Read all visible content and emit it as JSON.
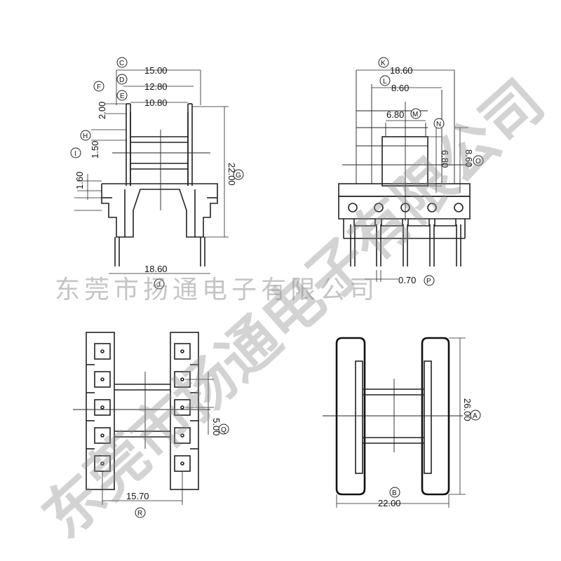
{
  "watermark": {
    "line_text": "东莞市扬通电子有限公司",
    "diagonal_text": "东莞市扬通电子有限公司"
  },
  "dimensions": {
    "c": "15.00",
    "d": "12.80",
    "e": "10.80",
    "f": "2.00",
    "h": "1.50",
    "i": "1.60",
    "g": "22.00",
    "j": "18.60",
    "k": "18.60",
    "l": "8.60",
    "m": "6.80",
    "n": "6.80",
    "o": "8.60",
    "p": "0.70",
    "q": "5.00",
    "r": "15.70",
    "a": "26.00",
    "b": "22.00"
  },
  "callouts": {
    "a": "A",
    "b": "B",
    "c": "C",
    "d": "D",
    "e": "E",
    "f": "F",
    "g": "G",
    "h": "H",
    "i": "I",
    "j": "J",
    "k": "K",
    "l": "L",
    "m": "M",
    "n": "N",
    "o": "O",
    "p": "P",
    "q": "Q",
    "r": "R"
  }
}
